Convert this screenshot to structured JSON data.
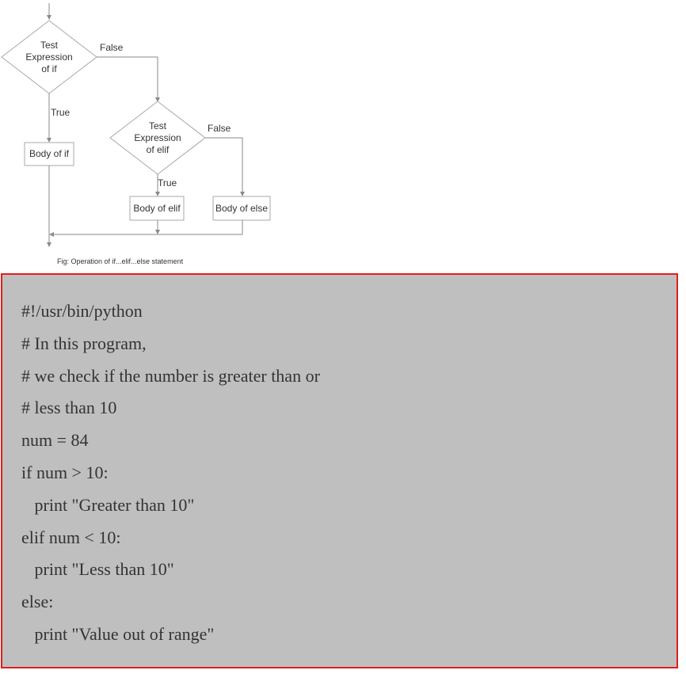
{
  "flowchart": {
    "nodes": {
      "test_if": [
        "Test",
        "Expression",
        "of if"
      ],
      "test_elif": [
        "Test",
        "Expression",
        "of elif"
      ],
      "body_if": "Body of if",
      "body_elif": "Body of elif",
      "body_else": "Body of else"
    },
    "edges": {
      "if_false": "False",
      "if_true": "True",
      "elif_false": "False",
      "elif_true": "True"
    },
    "caption": "Fig: Operation of if...elif...else statement"
  },
  "code": {
    "lines": [
      "#!/usr/bin/python",
      "# In this program,",
      "# we check if the number is greater than or",
      "# less than 10",
      "num = 84",
      "if num > 10:",
      "   print \"Greater than 10\"",
      "elif num < 10:",
      "   print \"Less than 10\"",
      "else:",
      "   print \"Value out of range\""
    ]
  },
  "colors": {
    "panel_background": "#bfbfbf",
    "panel_border": "#e11d1d",
    "diagram_lines": "#8a8a8a"
  }
}
